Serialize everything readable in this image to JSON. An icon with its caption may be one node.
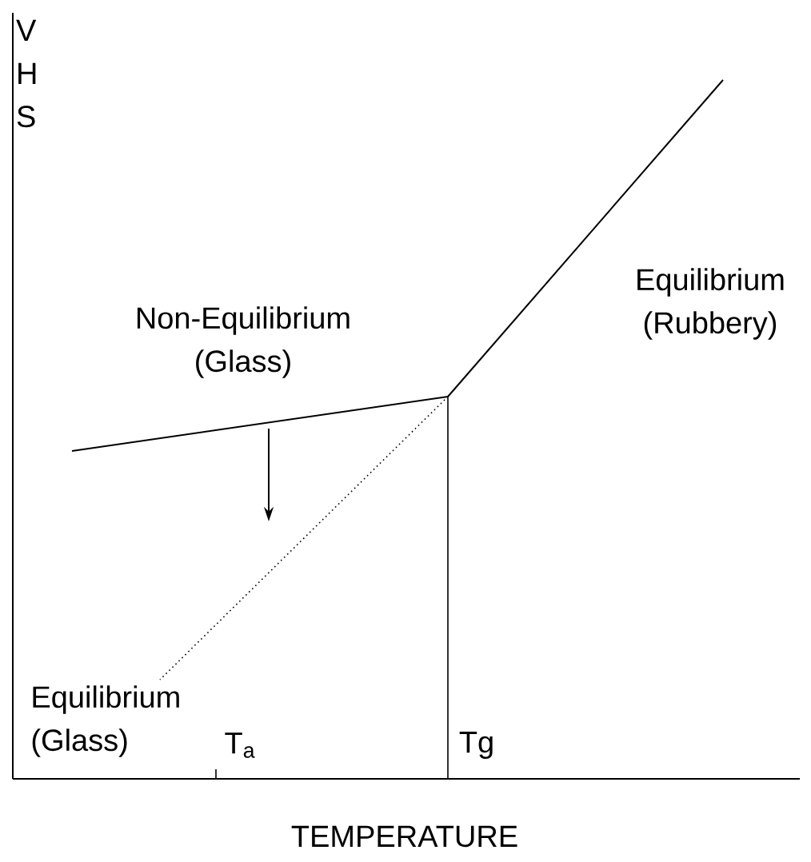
{
  "diagram": {
    "labels": [
      "V H S",
      "Non-Equilibrium (Glass)",
      "Equilibrium (Rubbery)",
      "Equilibrium (Glass)",
      "T$_{a}$",
      "Tg",
      "TEMPERATURE"
    ]
  }
}
